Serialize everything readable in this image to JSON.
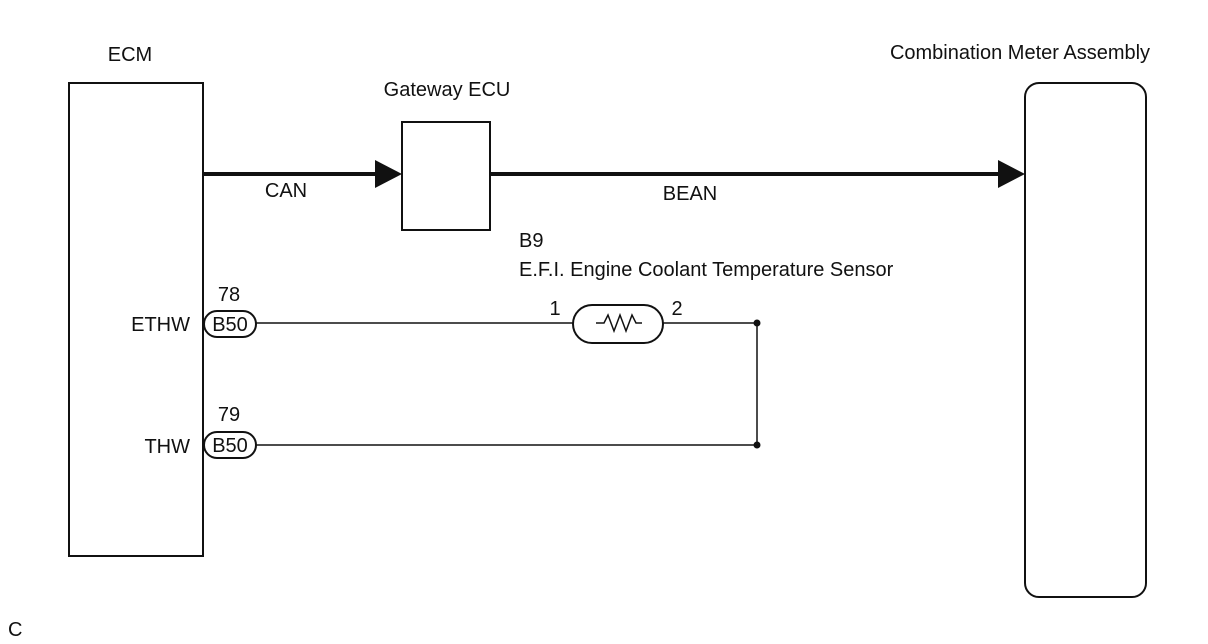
{
  "components": {
    "ecm": {
      "label": "ECM"
    },
    "gateway": {
      "label": "Gateway ECU"
    },
    "meter": {
      "label": "Combination Meter Assembly"
    },
    "sensor": {
      "code": "B9",
      "name": "E.F.I. Engine Coolant Temperature Sensor",
      "pin_left": "1",
      "pin_right": "2"
    }
  },
  "buses": {
    "can": "CAN",
    "bean": "BEAN"
  },
  "pins": [
    {
      "signal": "ETHW",
      "connector": "B50",
      "pin": "78"
    },
    {
      "signal": "THW",
      "connector": "B50",
      "pin": "79"
    }
  ],
  "footer": {
    "code": "C"
  }
}
